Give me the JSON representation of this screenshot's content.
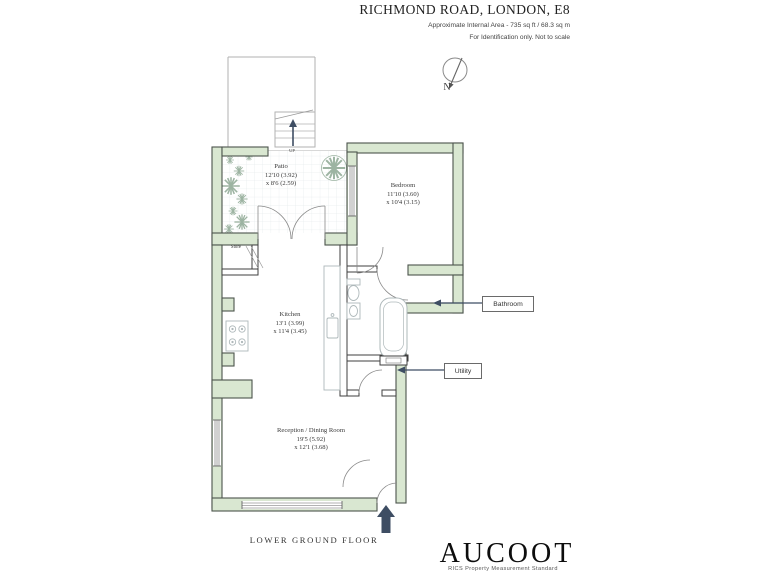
{
  "header": {
    "title": "RICHMOND ROAD, LONDON, E8",
    "area": "Approximate Internal Area - 735 sq ft / 68.3 sq m",
    "disclaimer": "For Identification only. Not to scale"
  },
  "compass": {
    "north_label": "N"
  },
  "plan": {
    "floor_label": "LOWER GROUND FLOOR",
    "stairs_label": "UP",
    "store_label": "Store",
    "rooms": {
      "patio": {
        "name": "Patio",
        "line1": "12'10 (3.92)",
        "line2": "x 8'6 (2.59)"
      },
      "bedroom": {
        "name": "Bedroom",
        "line1": "11'10 (3.60)",
        "line2": "x 10'4 (3.15)"
      },
      "kitchen": {
        "name": "Kitchen",
        "line1": "13'1 (3.99)",
        "line2": "x 11'4 (3.45)"
      },
      "reception": {
        "name": "Reception / Dining Room",
        "line1": "19'5 (5.92)",
        "line2": "x 12'1 (3.68)"
      }
    },
    "callouts": {
      "bathroom": "Bathroom",
      "utility": "Utility"
    },
    "colors": {
      "wall_fill": "#d9e7d1",
      "wall_stroke": "#4c544c",
      "arrow_navy": "#3e4d63"
    }
  },
  "footer": {
    "brand": "AUCOOT",
    "standard": "RICS Property Measurement Standard"
  }
}
